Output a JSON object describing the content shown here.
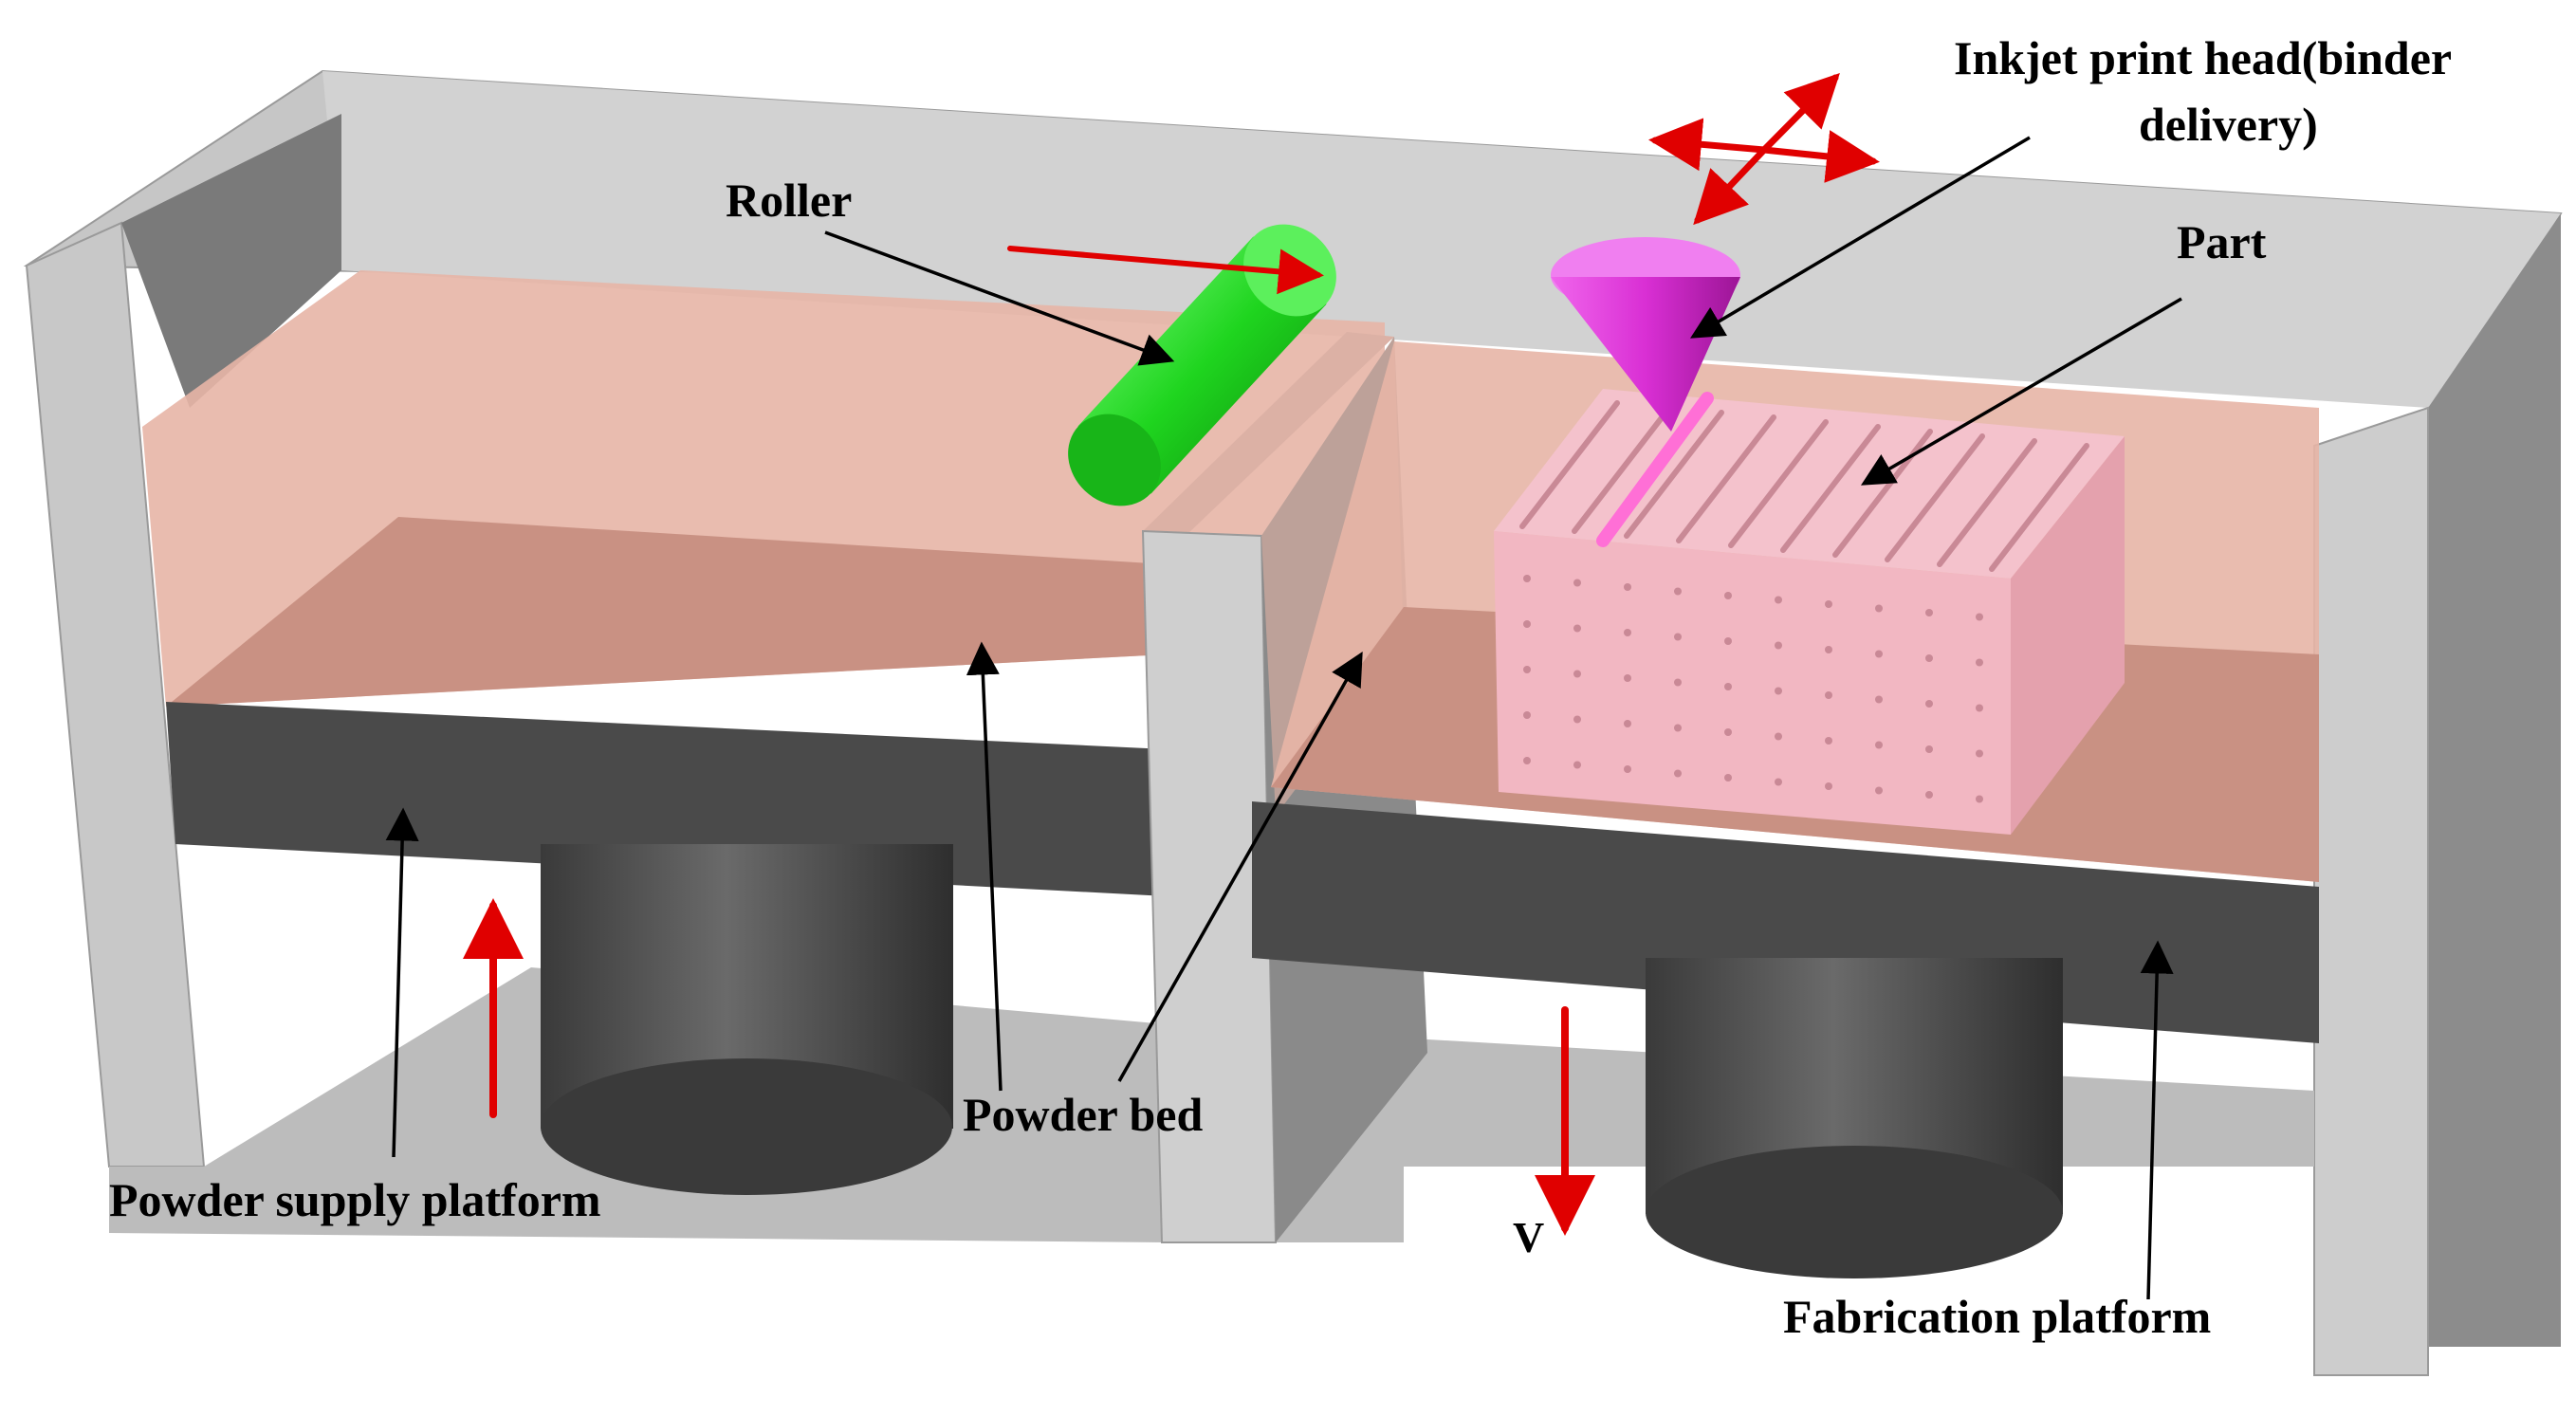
{
  "labels": {
    "roller": "Roller",
    "inkjet_line1": "Inkjet print head(binder",
    "inkjet_line2": "delivery)",
    "part": "Part",
    "powder_bed": "Powder bed",
    "powder_supply_platform": "Powder supply platform",
    "fabrication_platform": "Fabrication platform",
    "velocity": "V"
  },
  "colors": {
    "wall_light": "#cacaca",
    "wall_shadow": "#8a8a8a",
    "powder": "#e7b5a6",
    "powder_top": "#c99183",
    "platform": "#4a4a4a",
    "piston": "#555555",
    "roller": "#1fd51f",
    "print_head": "#d92fd4",
    "part": "#f2b7c2",
    "motion_arrow": "#e00000",
    "leader_arrow": "#000000"
  }
}
